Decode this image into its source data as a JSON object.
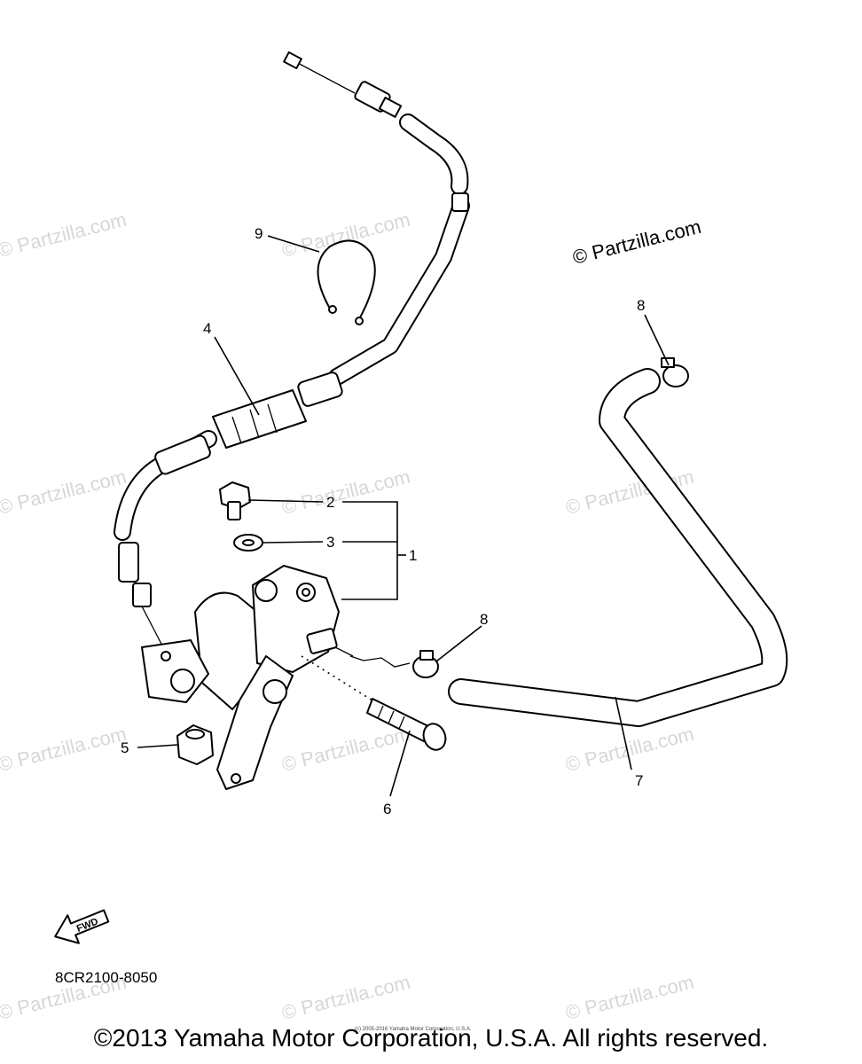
{
  "watermark": "© Partzilla.com",
  "main_watermark": "© Partzilla.com",
  "callouts": [
    {
      "id": "c1",
      "label": "1"
    },
    {
      "id": "c2",
      "label": "2"
    },
    {
      "id": "c3",
      "label": "3"
    },
    {
      "id": "c4",
      "label": "4"
    },
    {
      "id": "c5",
      "label": "5"
    },
    {
      "id": "c6",
      "label": "6"
    },
    {
      "id": "c7",
      "label": "7"
    },
    {
      "id": "c8a",
      "label": "8"
    },
    {
      "id": "c8b",
      "label": "8"
    },
    {
      "id": "c9",
      "label": "9"
    }
  ],
  "fwd_label": "FWD",
  "part_number": "8CR2100-8050",
  "fine_print": "(c) 2005-2016 Yamaha Motor Corporation, U.S.A.",
  "copyright": "©2013 Yamaha Motor Corporation, U.S.A. All rights reserved."
}
